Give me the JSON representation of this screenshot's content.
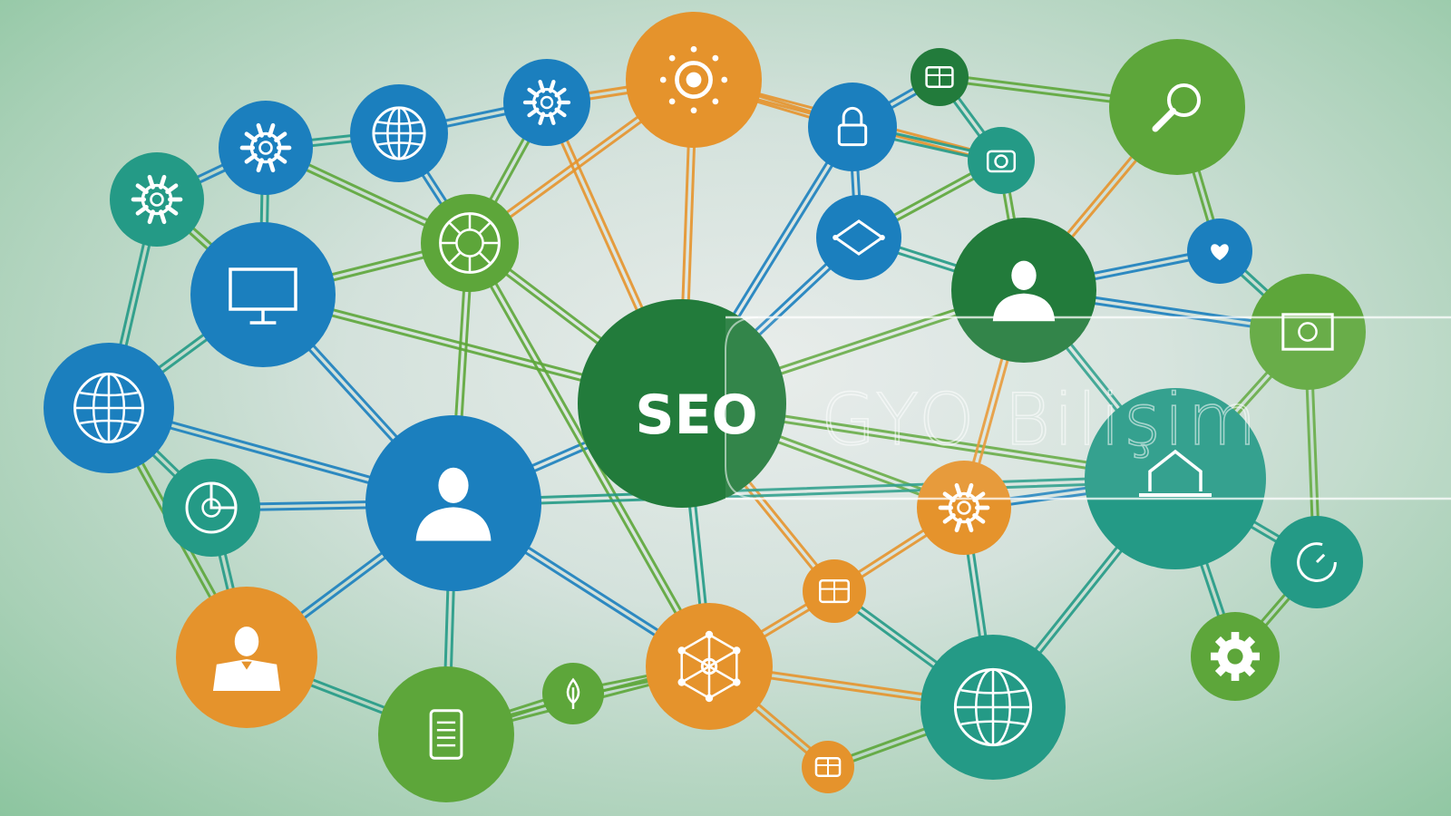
{
  "hub": {
    "label": "SEO"
  },
  "watermark": {
    "text": "GYO Bilişim"
  },
  "colors": {
    "blue": "#1b7fbe",
    "green": "#5da63a",
    "orange": "#e5932c",
    "teal": "#249a86",
    "darkgreen": "#227b3b"
  },
  "nodes": [
    {
      "id": "hub-seo",
      "color": "darkgreen",
      "icon": "seo-hub"
    },
    {
      "id": "n-top-gear",
      "color": "orange",
      "icon": "sun-gear-icon"
    },
    {
      "id": "n-blue-gear-top",
      "color": "blue",
      "icon": "gear-icon"
    },
    {
      "id": "n-globe-top",
      "color": "blue",
      "icon": "globe-icon"
    },
    {
      "id": "n-gear-left",
      "color": "blue",
      "icon": "gear-icon"
    },
    {
      "id": "n-teal-gear-left",
      "color": "teal",
      "icon": "gear-icon"
    },
    {
      "id": "n-monitor",
      "color": "blue",
      "icon": "monitor-icon"
    },
    {
      "id": "n-wheel",
      "color": "green",
      "icon": "target-wheel-icon"
    },
    {
      "id": "n-globe-left",
      "color": "blue",
      "icon": "globe-icon"
    },
    {
      "id": "n-chart",
      "color": "teal",
      "icon": "pie-chart-icon"
    },
    {
      "id": "n-person-center",
      "color": "blue",
      "icon": "person-icon"
    },
    {
      "id": "n-businessman",
      "color": "orange",
      "icon": "businessman-icon"
    },
    {
      "id": "n-document",
      "color": "green",
      "icon": "document-icon"
    },
    {
      "id": "n-leaf",
      "color": "green",
      "icon": "leaf-icon"
    },
    {
      "id": "n-network",
      "color": "orange",
      "icon": "network-icon"
    },
    {
      "id": "n-box-small",
      "color": "orange",
      "icon": "box-icon"
    },
    {
      "id": "n-box-bottom",
      "color": "orange",
      "icon": "box-icon"
    },
    {
      "id": "n-globe-bottom",
      "color": "teal",
      "icon": "globe-icon"
    },
    {
      "id": "n-cog-orange",
      "color": "orange",
      "icon": "gear-icon"
    },
    {
      "id": "n-lock",
      "color": "blue",
      "icon": "lock-icon"
    },
    {
      "id": "n-diamond",
      "color": "blue",
      "icon": "diamond-icon"
    },
    {
      "id": "n-box-green-top",
      "color": "darkgreen",
      "icon": "box-icon"
    },
    {
      "id": "n-camera",
      "color": "teal",
      "icon": "camera-icon"
    },
    {
      "id": "n-search",
      "color": "green",
      "icon": "search-icon"
    },
    {
      "id": "n-person-right",
      "color": "darkgreen",
      "icon": "person-icon"
    },
    {
      "id": "n-heart",
      "color": "blue",
      "icon": "heart-icon"
    },
    {
      "id": "n-screen-right",
      "color": "green",
      "icon": "screen-icon"
    },
    {
      "id": "n-laptop",
      "color": "teal",
      "icon": "laptop-icon"
    },
    {
      "id": "n-refresh",
      "color": "teal",
      "icon": "refresh-icon"
    },
    {
      "id": "n-cog-green",
      "color": "green",
      "icon": "cog-icon"
    }
  ]
}
